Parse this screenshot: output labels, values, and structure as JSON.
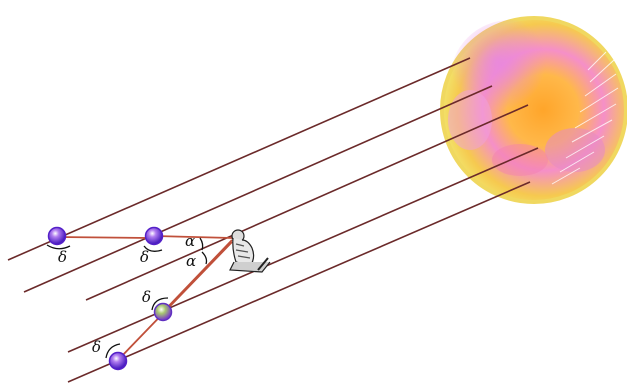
{
  "colors": {
    "ray": "#6b2a2a",
    "path": "#c0503a",
    "sun_core": "#ffb21e",
    "sun_pink": "#e88ad8",
    "sun_rim": "#f2e36a",
    "sphere": "#6a2fd8"
  },
  "labels": {
    "delta_1": "δ",
    "delta_2": "δ",
    "delta_3": "δ",
    "delta_4": "δ",
    "alpha_upper": "α",
    "alpha_lower": "α"
  },
  "icons": {
    "observer": "seated-figure-icon",
    "source": "sun-icon",
    "droplet": "droplet-sphere-icon"
  }
}
